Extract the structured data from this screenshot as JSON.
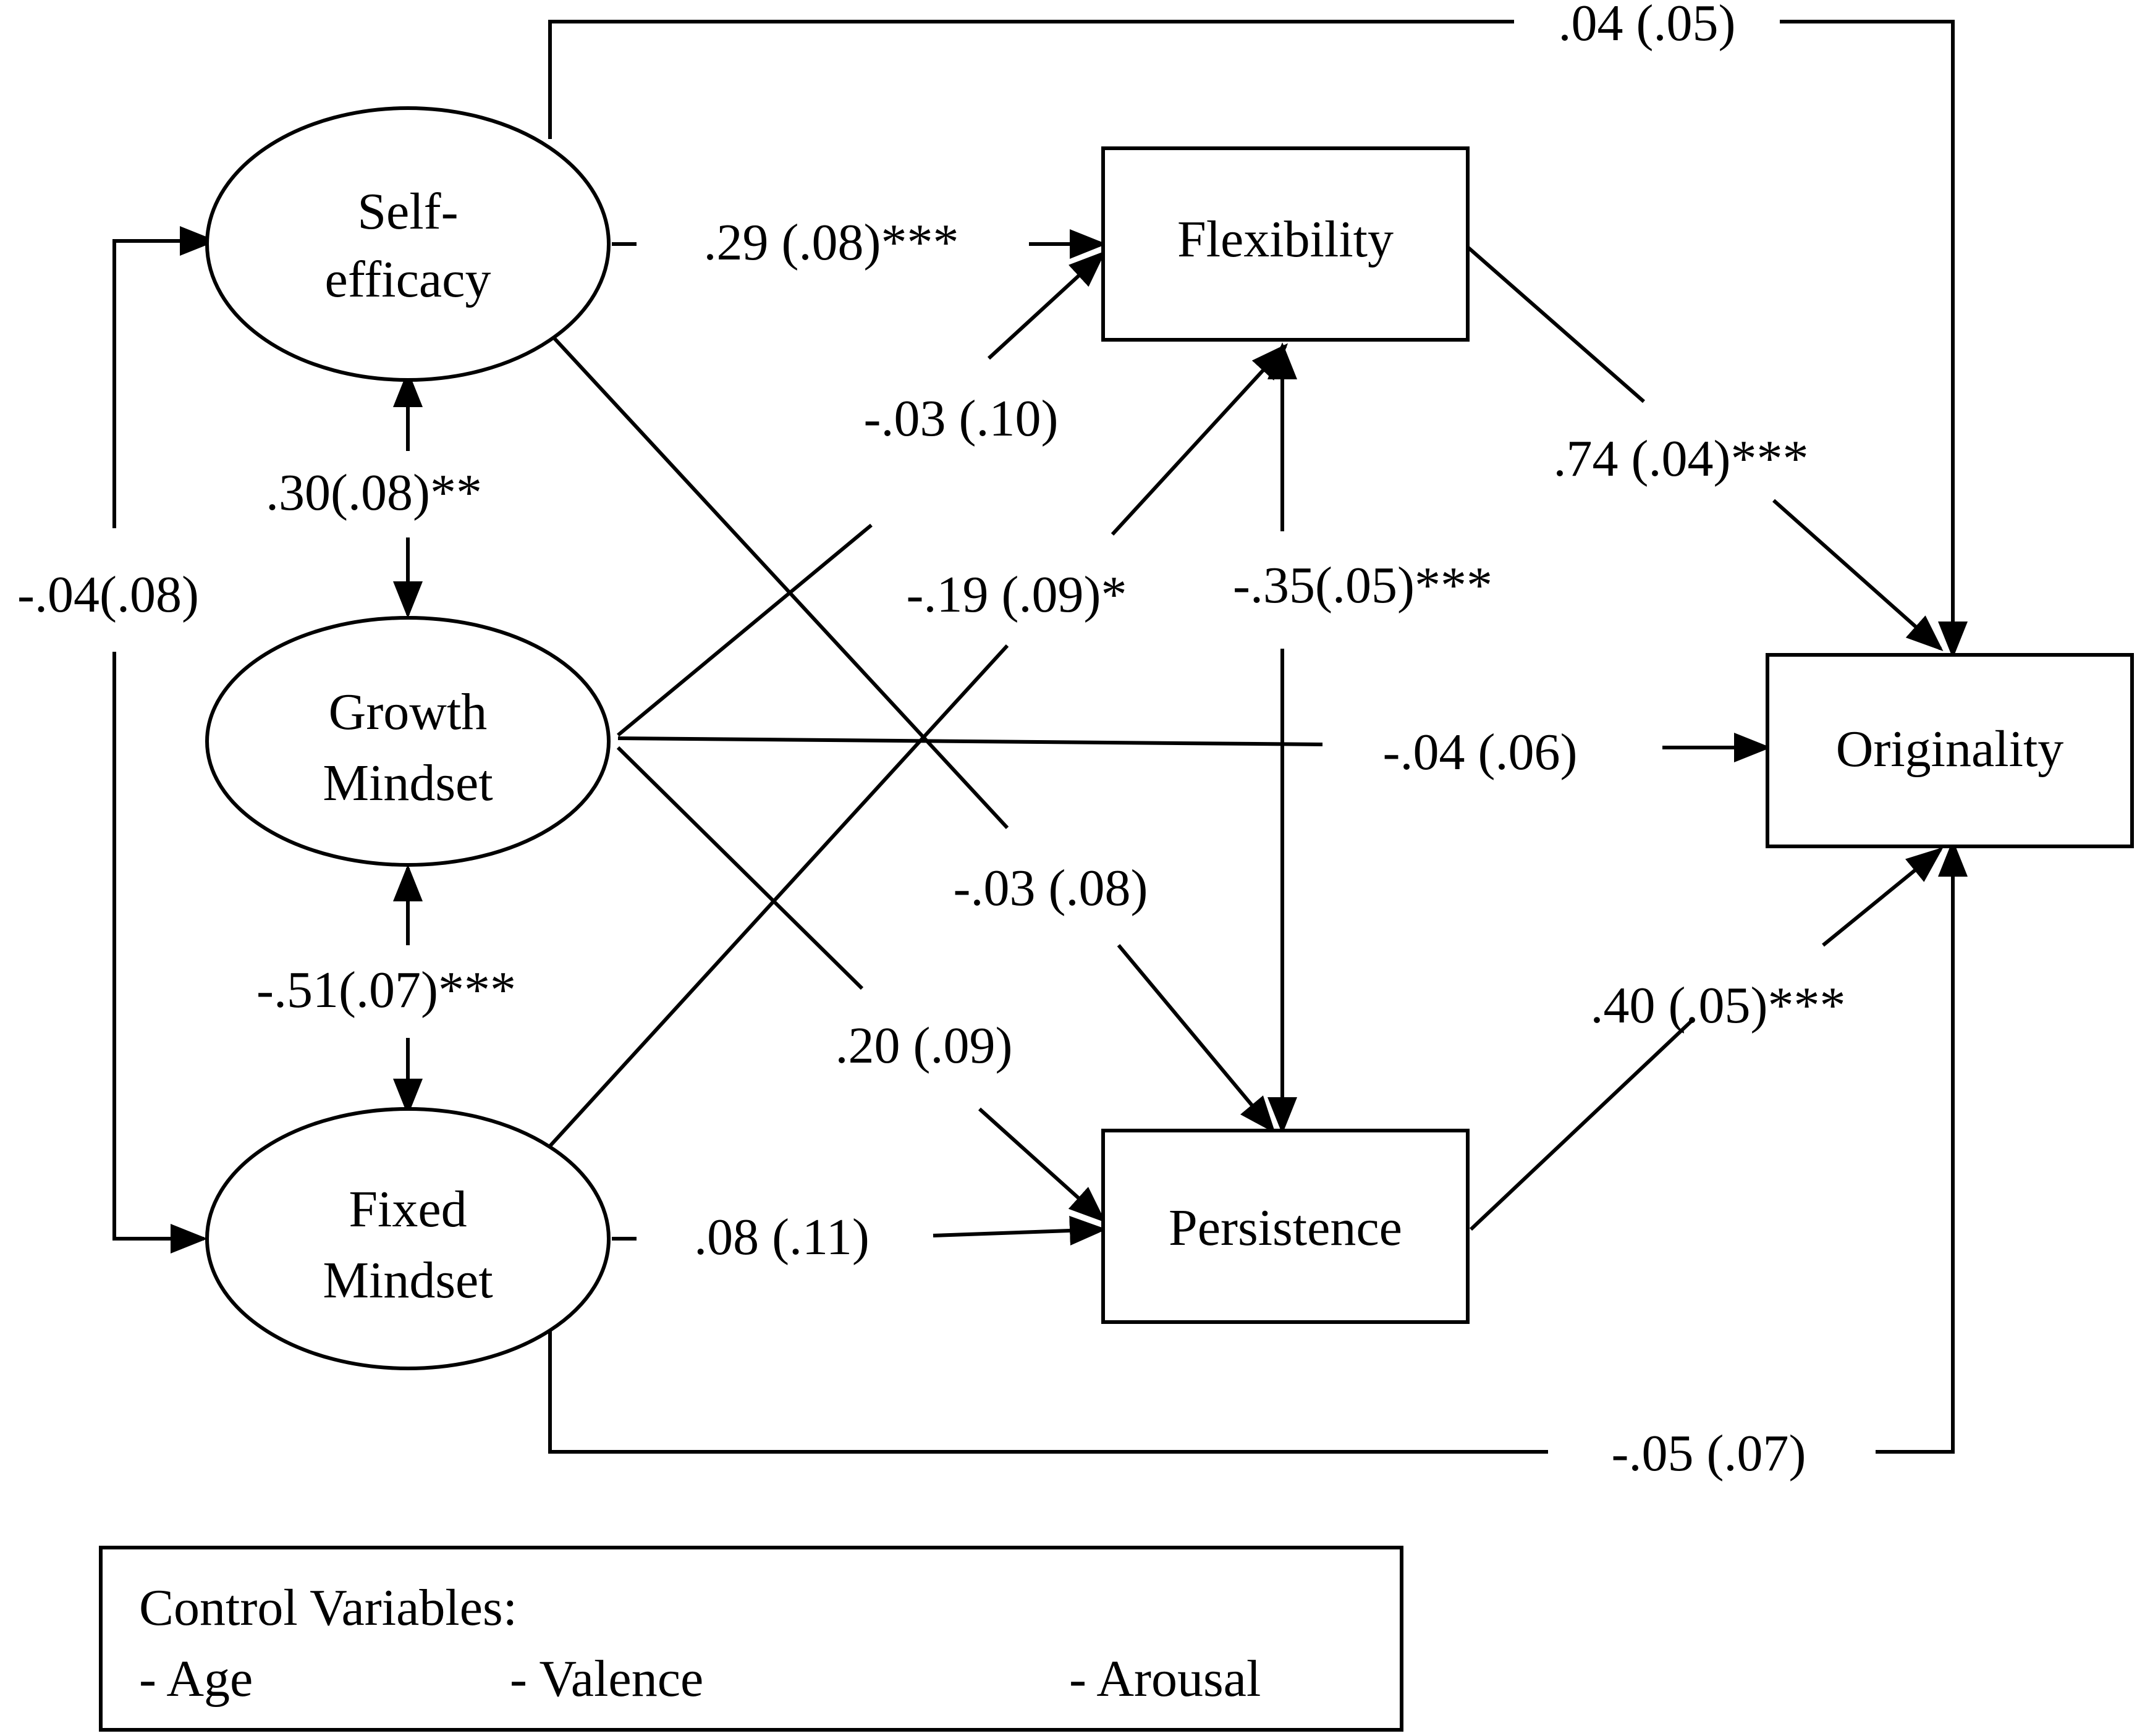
{
  "nodes": {
    "self_efficacy": {
      "lines": [
        "Self-",
        "efficacy"
      ]
    },
    "growth_mindset": {
      "lines": [
        "Growth",
        "Mindset"
      ]
    },
    "fixed_mindset": {
      "lines": [
        "Fixed",
        "Mindset"
      ]
    },
    "flexibility": {
      "label": "Flexibility"
    },
    "persistence": {
      "label": "Persistence"
    },
    "originality": {
      "label": "Originality"
    }
  },
  "paths": {
    "se_orig": ".04 (.05)",
    "se_flex": ".29 (.08)***",
    "gm_flex": "-.03 (.10)",
    "fm_flex": "-.19 (.09)*",
    "pers_flex": "-.35(.05)***",
    "flex_orig": ".74 (.04)***",
    "gm_orig": "-.04 (.06)",
    "se_pers": "-.03 (.08)",
    "gm_pers": ".20 (.09)",
    "fm_pers": ".08 (.11)",
    "pers_orig": ".40 (.05)***",
    "fm_orig": "-.05 (.07)",
    "se_gm": ".30(.08)**",
    "gm_fm": "-.51(.07)***",
    "se_fm": "-.04(.08)"
  },
  "controls": {
    "title": "Control Variables:",
    "items": [
      "- Age",
      "- Valence",
      "- Arousal"
    ]
  }
}
